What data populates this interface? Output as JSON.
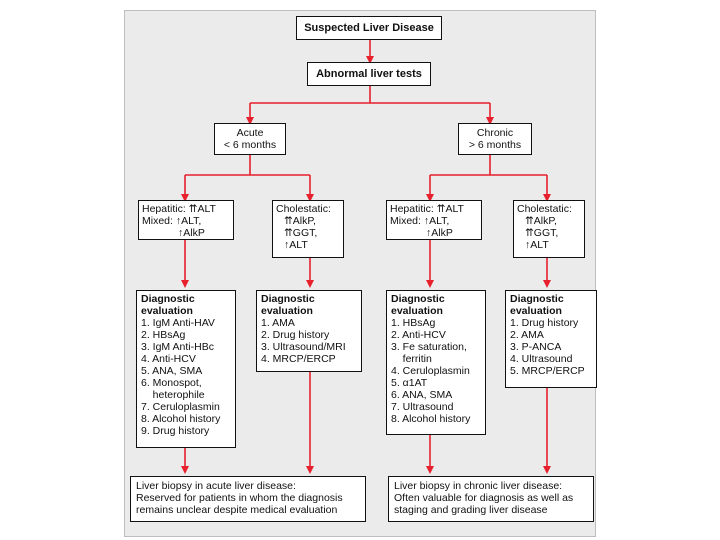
{
  "root": "Suspected Liver Disease",
  "level1": "Abnormal liver tests",
  "acute": {
    "line1": "Acute",
    "line2": "< 6 months"
  },
  "chronic": {
    "line1": "Chronic",
    "line2": "> 6 months"
  },
  "acute_hepatitic": {
    "line1": "Hepatitic: ⇈ALT",
    "line2": "Mixed: ↑ALT,",
    "line3": "↑AlkP"
  },
  "acute_cholestatic": {
    "line1": "Cholestatic:",
    "line2": "⇈AlkP,",
    "line3": "⇈GGT,",
    "line4": "↑ALT"
  },
  "chronic_hepatitic": {
    "line1": "Hepatitic: ⇈ALT",
    "line2": "Mixed: ↑ALT,",
    "line3": "↑AlkP"
  },
  "chronic_cholestatic": {
    "line1": "Cholestatic:",
    "line2": "⇈AlkP,",
    "line3": "⇈GGT,",
    "line4": "↑ALT"
  },
  "eval_heading": {
    "line1": "Diagnostic",
    "line2": "evaluation"
  },
  "acute_hepatitic_eval": [
    "1. IgM Anti-HAV",
    "2. HBsAg",
    "3. IgM Anti-HBc",
    "4. Anti-HCV",
    "5. ANA, SMA",
    "6. Monospot,",
    "    heterophile",
    "7. Ceruloplasmin",
    "8. Alcohol history",
    "9. Drug history"
  ],
  "acute_cholestatic_eval": [
    "1. AMA",
    "2. Drug history",
    "3. Ultrasound/MRI",
    "4. MRCP/ERCP"
  ],
  "chronic_hepatitic_eval": [
    "1. HBsAg",
    "2. Anti-HCV",
    "3. Fe saturation,",
    "    ferritin",
    "4. Ceruloplasmin",
    "5. α1AT",
    "6. ANA, SMA",
    "7. Ultrasound",
    "8. Alcohol history"
  ],
  "chronic_cholestatic_eval": [
    "1. Drug history",
    "2. AMA",
    "3. P-ANCA",
    "4. Ultrasound",
    "5. MRCP/ERCP"
  ],
  "acute_biopsy": {
    "line1": "Liver biopsy in acute liver disease:",
    "line2": "Reserved for patients in whom the diagnosis",
    "line3": "remains unclear despite medical evaluation"
  },
  "chronic_biopsy": {
    "line1": "Liver biopsy in chronic liver disease:",
    "line2": "Often valuable for diagnosis as well as",
    "line3": "staging and grading liver disease"
  },
  "colors": {
    "arrow": "#e8202e",
    "panel": "#ebebeb",
    "border": "#111111"
  }
}
